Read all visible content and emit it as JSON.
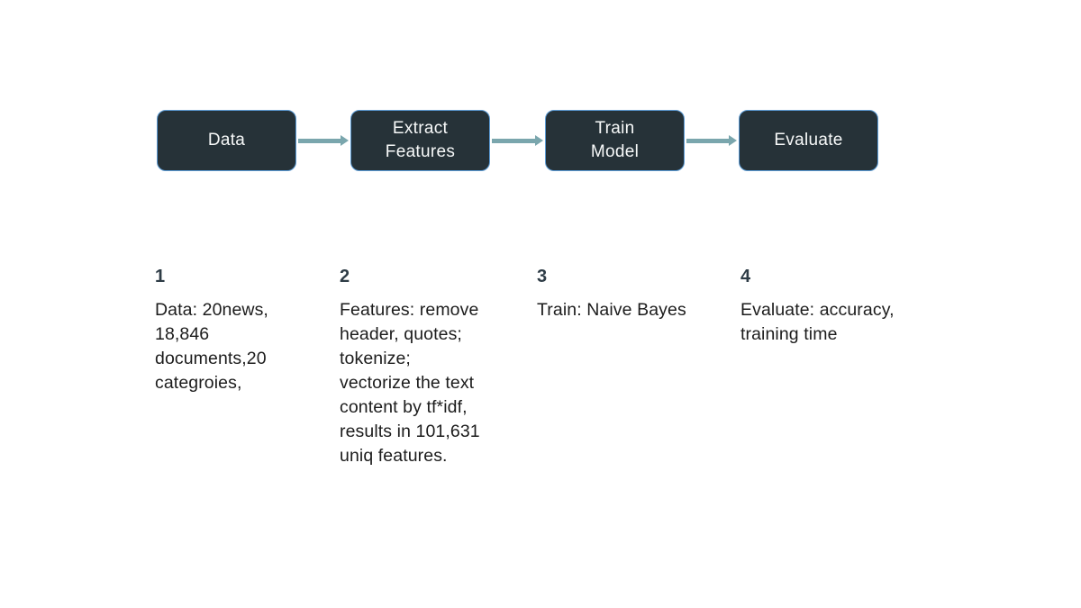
{
  "flow": {
    "boxes": [
      {
        "label": "Data"
      },
      {
        "label": "Extract\nFeatures"
      },
      {
        "label": "Train\nModel"
      },
      {
        "label": "Evaluate"
      }
    ]
  },
  "steps": [
    {
      "number": "1",
      "text": "Data: 20news,\n18,846\ndocuments,20\ncategroies,"
    },
    {
      "number": "2",
      "text": "Features: remove\nheader, quotes;\ntokenize;\nvectorize the text\ncontent by tf*idf,\nresults in 101,631\nuniq features."
    },
    {
      "number": "3",
      "text": "Train: Naive Bayes"
    },
    {
      "number": "4",
      "text": "Evaluate: accuracy,\ntraining time"
    }
  ],
  "colors": {
    "background": "#ffffff",
    "box_fill": "#263238",
    "box_border": "#5b9bd5",
    "box_text": "#f7f9f9",
    "arrow": "#7aa6ad",
    "number_text": "#2e3c46",
    "body_text": "#1c1c1c"
  }
}
